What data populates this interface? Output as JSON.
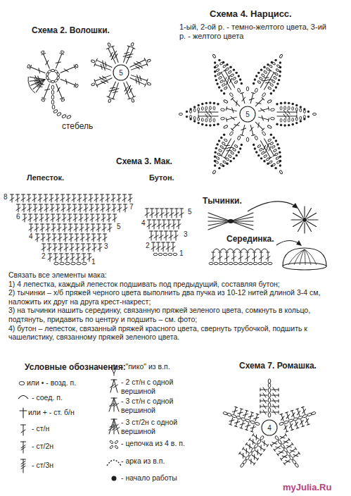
{
  "diagram": {
    "nodes": [
      {
        "text": [
          "5"
        ]
      },
      {
        "text": [
          "5"
        ]
      },
      {
        "text": [
          "4"
        ]
      }
    ],
    "labels": [
      "Схема 2. Волошки.",
      "стебель",
      "Схема 4. Нарцисс.",
      "1-ый, 2-ой р. - темно-желтого цвета, 3-ий р. - желтого цвета",
      "Схема 3. Мак.",
      "Лепесток.",
      "8",
      "7",
      "6",
      "5",
      "4",
      "3",
      "2",
      "1",
      "Бутон.",
      "5",
      "4",
      "3",
      "2",
      "1",
      "Тычинки.",
      "Серединка.",
      "Связать все элементы мака:",
      "1) 4 лепестка, каждый лепесток подшивать под предыдущий, составляя бутон;",
      "2) тычинки – х/б пряжей черного цвета выполнить два пучка из 10-12 нитей длиной 3-4 см, наложить их друг на друга крест-накрест;",
      "3) на тычинки нашить серединку, связанную пряжей зеленого цвета, сомкнуть в кольцо, подтянуть, придавить по центру и подшить – см. фото;",
      "4) бутон – лепесток, связанный пряжей красного цвета, свернуть трубочкой, подшить к чашелистику, связанному пряжей зеленого цвета.",
      "Условные обозначения:",
      "Схема 7. Ромашка.",
      "myJulia.Ru"
    ],
    "legend": [
      {
        "text": "или • - возд. п."
      },
      {
        "text": "- соед. п."
      },
      {
        "text": "или + - ст. б/н"
      },
      {
        "text": "- ст/н"
      },
      {
        "text": "- ст/2н"
      },
      {
        "text": "- ст/3н"
      },
      {
        "text": "- \"пико\" из в.п."
      },
      {
        "text": "- 2 ст/н с одной вершиной"
      },
      {
        "text": "- 3 ст/н с одной вершиной"
      },
      {
        "text": "- 3 ст/2н с одной вершиной"
      },
      {
        "text": "- цепочка из 4 в. п."
      },
      {
        "text": "- арка из в.п."
      },
      {
        "text": "- начало работы"
      }
    ]
  }
}
